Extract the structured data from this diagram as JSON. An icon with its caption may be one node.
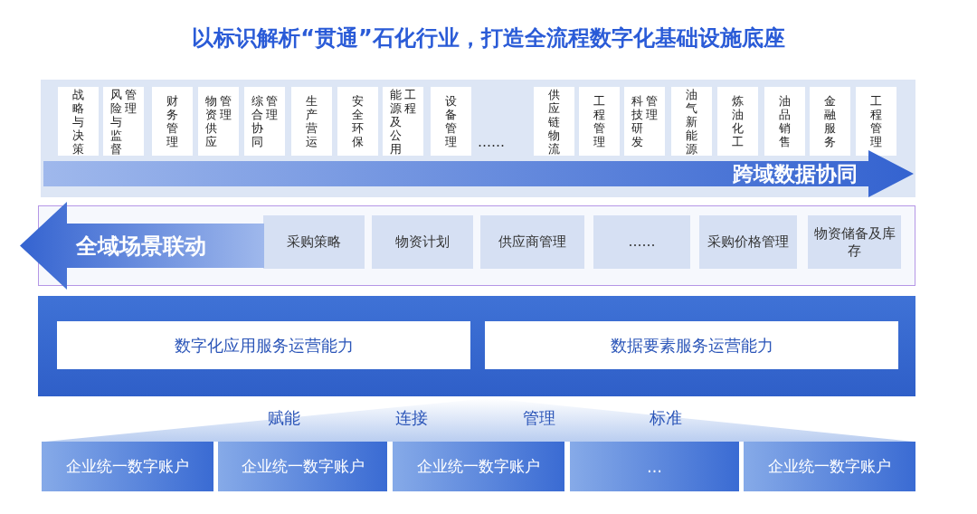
{
  "diagram": {
    "title": "以标识解析“贯通”石化行业，打造全流程数字化基础设施底座",
    "nodes": [
      {
        "text": [],
        "shape": "box"
      },
      {
        "text": [
          "战略与决策"
        ],
        "in": 0
      },
      {
        "text": [
          "风险与监督管理"
        ],
        "in": 0
      },
      {
        "text": [
          "财务管理"
        ],
        "in": 0
      },
      {
        "text": [
          "物资供应管理"
        ],
        "in": 0
      },
      {
        "text": [
          "综合协同管理"
        ],
        "in": 0
      },
      {
        "text": [
          "生产营运"
        ],
        "in": 0
      },
      {
        "text": [
          "安全环保"
        ],
        "in": 0
      },
      {
        "text": [
          "能源及公用工程"
        ],
        "in": 0
      },
      {
        "text": [
          "设备管理"
        ],
        "in": 0
      },
      {
        "text": [
          "供应链物流"
        ],
        "in": 0
      },
      {
        "text": [
          "工程管理"
        ],
        "in": 0
      },
      {
        "text": [
          "科技研发管理"
        ],
        "in": 0
      },
      {
        "text": [
          "油气新能源"
        ],
        "in": 0
      },
      {
        "text": [
          "炼油化工"
        ],
        "in": 0
      },
      {
        "text": [
          "油品销售"
        ],
        "in": 0
      },
      {
        "text": [
          "金融服务"
        ],
        "in": 0
      },
      {
        "text": [
          "工程管理"
        ],
        "in": 0
      },
      {
        "text": [
          "跨域数据协同"
        ],
        "in": 0
      },
      {
        "text": [],
        "shape": "box"
      },
      {
        "text": [
          "全域场景联动"
        ]
      },
      {
        "text": [
          "采购策略"
        ],
        "in": 19
      },
      {
        "text": [
          "物资计划"
        ],
        "in": 19
      },
      {
        "text": [
          "供应商管理"
        ],
        "in": 19
      },
      {
        "text": [
          "……"
        ],
        "in": 19
      },
      {
        "text": [
          "采购价格管理"
        ],
        "in": 19
      },
      {
        "text": [
          "物资储备及库存"
        ],
        "in": 19
      },
      {
        "text": [],
        "shape": "box"
      },
      {
        "text": [
          "数字化应用服务运营能力"
        ],
        "in": 27
      },
      {
        "text": [
          "数据要素服务运营能力"
        ],
        "in": 27
      },
      {
        "text": [
          "企业统一数字账户"
        ]
      },
      {
        "text": [
          "企业统一数字账户"
        ]
      },
      {
        "text": [
          "企业统一数字账户"
        ]
      },
      {
        "text": [
          "…"
        ]
      },
      {
        "text": [
          "企业统一数字账户"
        ]
      }
    ],
    "labels": [
      "……",
      "赋能",
      "连接",
      "管理",
      "标准"
    ]
  }
}
